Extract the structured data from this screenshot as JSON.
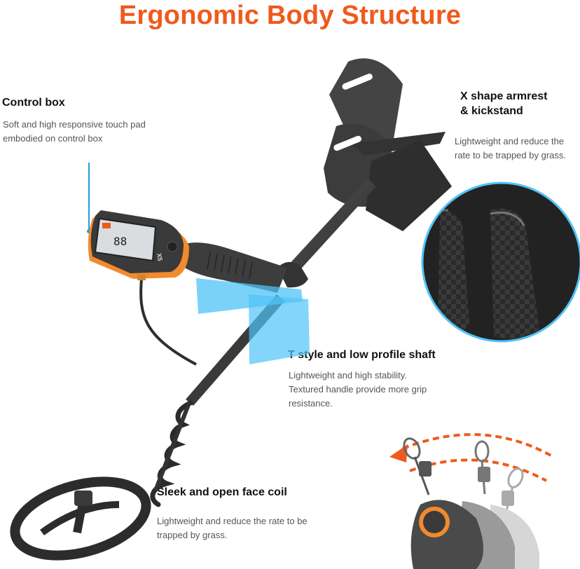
{
  "title": "Ergonomic Body Structure",
  "sections": {
    "control_box": {
      "heading": "Control box",
      "lines": [
        "Soft and high responsive touch pad",
        "embodied on control box"
      ]
    },
    "armrest": {
      "heading_lines": [
        "X shape armrest",
        "& kickstand"
      ],
      "lines": [
        "Lightweight and reduce the",
        "rate to be trapped by grass."
      ]
    },
    "shaft": {
      "heading": "T style and low profile shaft",
      "lines": [
        "Lightweight and high stability.",
        "Textured handle provide more grip",
        "resistance."
      ]
    },
    "coil": {
      "heading": "Sleek and open face coil",
      "lines": [
        "Lightweight and reduce the rate to be",
        "trapped by grass."
      ]
    }
  },
  "device": {
    "model_label": "X5",
    "screen_digits": "88"
  },
  "colors": {
    "accent": "#ef5a1c",
    "highlight": "#4fc3f7",
    "body": "#3a3a3a",
    "callout_line": "#1e9fd6"
  }
}
